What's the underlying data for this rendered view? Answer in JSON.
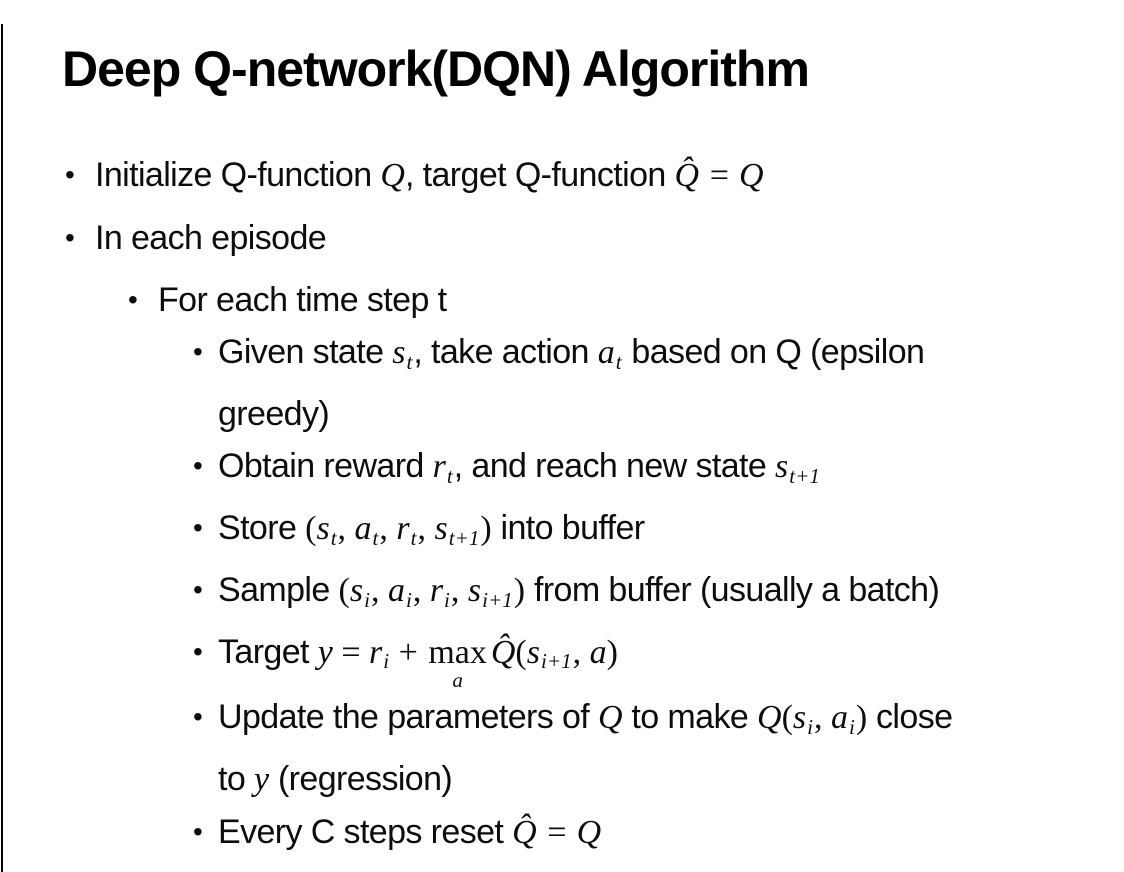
{
  "slide": {
    "title": "Deep Q-network(DQN) Algorithm",
    "bullets": [
      {
        "level": 1,
        "name": "bullet-initialize",
        "segments": [
          {
            "t": "Initialize Q-function "
          },
          {
            "t": "Q",
            "k": "i"
          },
          {
            "t": ", target Q-function "
          },
          {
            "t": "Q̂ = Q",
            "k": "i"
          }
        ]
      },
      {
        "level": 1,
        "name": "bullet-in-each-episode",
        "segments": [
          {
            "t": "In each episode"
          }
        ]
      },
      {
        "level": 2,
        "name": "bullet-for-each-time-step",
        "segments": [
          {
            "t": "For each time step t"
          }
        ]
      },
      {
        "level": 3,
        "name": "bullet-given-state",
        "segments": [
          {
            "t": "Given state "
          },
          {
            "t": "s",
            "k": "i"
          },
          {
            "t": "t",
            "k": "s"
          },
          {
            "t": ", take action "
          },
          {
            "t": "a",
            "k": "i"
          },
          {
            "t": "t",
            "k": "s"
          },
          {
            "t": " based on Q (epsilon"
          },
          {
            "k": "br"
          },
          {
            "t": "greedy)"
          }
        ]
      },
      {
        "level": 3,
        "name": "bullet-obtain-reward",
        "segments": [
          {
            "t": "Obtain reward "
          },
          {
            "t": "r",
            "k": "i"
          },
          {
            "t": "t",
            "k": "s"
          },
          {
            "t": ", and reach new state "
          },
          {
            "t": "s",
            "k": "i"
          },
          {
            "t": "t+1",
            "k": "s"
          }
        ]
      },
      {
        "level": 3,
        "name": "bullet-store-buffer",
        "segments": [
          {
            "t": "Store "
          },
          {
            "t": "(",
            "k": "r"
          },
          {
            "t": "s",
            "k": "i"
          },
          {
            "t": "t",
            "k": "s"
          },
          {
            "t": ", ",
            "k": "r"
          },
          {
            "t": "a",
            "k": "i"
          },
          {
            "t": "t",
            "k": "s"
          },
          {
            "t": ", ",
            "k": "r"
          },
          {
            "t": "r",
            "k": "i"
          },
          {
            "t": "t",
            "k": "s"
          },
          {
            "t": ", ",
            "k": "r"
          },
          {
            "t": "s",
            "k": "i"
          },
          {
            "t": "t+1",
            "k": "s"
          },
          {
            "t": ")",
            "k": "r"
          },
          {
            "t": " into buffer"
          }
        ]
      },
      {
        "level": 3,
        "name": "bullet-sample-buffer",
        "segments": [
          {
            "t": "Sample "
          },
          {
            "t": "(",
            "k": "r"
          },
          {
            "t": "s",
            "k": "i"
          },
          {
            "t": "i",
            "k": "s"
          },
          {
            "t": ", ",
            "k": "r"
          },
          {
            "t": "a",
            "k": "i"
          },
          {
            "t": "i",
            "k": "s"
          },
          {
            "t": ", ",
            "k": "r"
          },
          {
            "t": "r",
            "k": "i"
          },
          {
            "t": "i",
            "k": "s"
          },
          {
            "t": ", ",
            "k": "r"
          },
          {
            "t": "s",
            "k": "i"
          },
          {
            "t": "i+1",
            "k": "s"
          },
          {
            "t": ")",
            "k": "r"
          },
          {
            "t": " from buffer (usually a batch)"
          }
        ]
      },
      {
        "level": 3,
        "name": "bullet-target",
        "segments": [
          {
            "t": "Target "
          },
          {
            "t": "y",
            "k": "i"
          },
          {
            "t": " = ",
            "k": "r"
          },
          {
            "t": "r",
            "k": "i"
          },
          {
            "t": "i",
            "k": "s"
          },
          {
            "t": " + ",
            "k": "r"
          },
          {
            "k": "u",
            "t": "max",
            "b": "a"
          },
          {
            "t": "Q̂",
            "k": "i"
          },
          {
            "t": "(",
            "k": "r"
          },
          {
            "t": "s",
            "k": "i"
          },
          {
            "t": "i+1",
            "k": "s"
          },
          {
            "t": ", ",
            "k": "r"
          },
          {
            "t": "a",
            "k": "i"
          },
          {
            "t": ")",
            "k": "r"
          }
        ]
      },
      {
        "level": 3,
        "name": "bullet-update-parameters",
        "segments": [
          {
            "t": "Update the parameters of "
          },
          {
            "t": "Q",
            "k": "i"
          },
          {
            "t": " to make "
          },
          {
            "t": "Q",
            "k": "i"
          },
          {
            "t": "(",
            "k": "r"
          },
          {
            "t": "s",
            "k": "i"
          },
          {
            "t": "i",
            "k": "s"
          },
          {
            "t": ", ",
            "k": "r"
          },
          {
            "t": "a",
            "k": "i"
          },
          {
            "t": "i",
            "k": "s"
          },
          {
            "t": ")",
            "k": "r"
          },
          {
            "t": " close"
          },
          {
            "k": "br"
          },
          {
            "t": "to "
          },
          {
            "t": "y",
            "k": "i"
          },
          {
            "t": " (regression)"
          }
        ]
      },
      {
        "level": 3,
        "name": "bullet-reset-target",
        "segments": [
          {
            "t": "Every C steps reset "
          },
          {
            "t": "Q̂ = Q",
            "k": "i"
          }
        ]
      }
    ],
    "bullet_glyph": "•"
  }
}
